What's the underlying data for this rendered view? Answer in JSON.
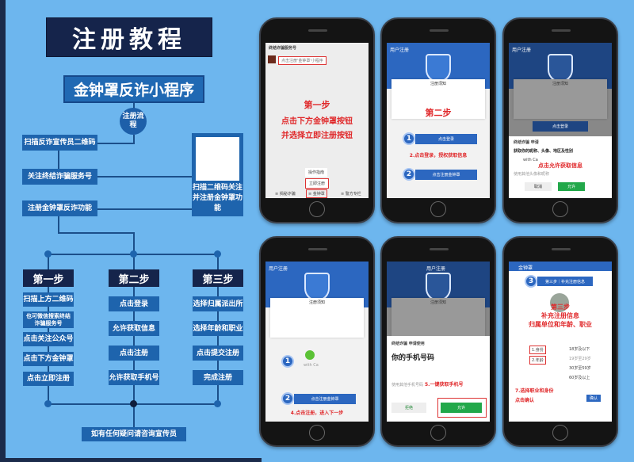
{
  "title": "注册教程",
  "app_name": "金钟罩反诈小程序",
  "flow_circle": "注册流程",
  "flow_steps": [
    "扫描反诈宣传员二维码",
    "关注终结诈骗服务号",
    "注册金钟罩反诈功能"
  ],
  "qr_caption": "扫描二维码关注并注册金钟罩功能",
  "steps": [
    {
      "title": "第一步",
      "items": [
        "扫描上方二维码",
        "也可微信搜索终结诈骗服务号",
        "点击关注公众号",
        "点击下方金钟罩",
        "点击立即注册"
      ]
    },
    {
      "title": "第二步",
      "items": [
        "点击登录",
        "允许获取信息",
        "点击注册",
        "允许获取手机号"
      ]
    },
    {
      "title": "第三步",
      "items": [
        "选择归属派出所",
        "选择年龄和职业",
        "点击提交注册",
        "完成注册"
      ]
    }
  ],
  "footer": "如有任何疑问请咨询宣传员",
  "phones": {
    "p1": {
      "header": "终结诈骗服务号",
      "msg": "点击注册'金钟罩'小程序",
      "step": "第一步",
      "line1": "点击下方金钟罩按钮",
      "line2": "并选择立即注册按钮",
      "menu1": "操作指南",
      "menu2": "立即注册",
      "tabs": [
        "≡ 揭秘诈骗",
        "≡ 金钟罩",
        "≡ 警方专栏"
      ]
    },
    "p2": {
      "header": "用户注册",
      "card": "注册须知",
      "step": "第二步",
      "btn1": "点击登录",
      "note": "2.点击登录，授权获取信息",
      "btn2": "点击注册金钟罩"
    },
    "p3": {
      "header": "用户注册",
      "card": "注册须知",
      "btn1": "点击登录",
      "app": "终结诈骗 申请",
      "ask": "获取你的昵称、头像、地区及性别",
      "user": "with Ca",
      "note": "点击允许获取信息",
      "other": "使用其他头像和昵称",
      "cancel": "取消",
      "allow": "允许"
    },
    "p4": {
      "header": "用户注册",
      "card": "注册须知",
      "user": "with Ca",
      "btn2": "点击注册金钟罩",
      "note": "4.点击注册，进入下一步"
    },
    "p5": {
      "header": "用户注册",
      "card": "注册须知",
      "app": "终结诈骗 申请使用",
      "ask": "你的手机号码",
      "other": "使用其他手机号码",
      "note": "5.一键获取手机号",
      "reject": "拒绝",
      "allow": "允许"
    },
    "p6": {
      "header": "金钟罩",
      "banner": "第三步｜补充注册信息",
      "step": "第三步",
      "line1": "补充注册信息",
      "line2": "归属单位和年龄、职业",
      "opt1": "1.身份",
      "opt2": "2.年龄",
      "ages": [
        "18岁及以下",
        "19岁至29岁",
        "30岁至59岁",
        "60岁及以上"
      ],
      "note1": "7.选择职业和身份",
      "note2": "点击确认",
      "confirm": "确认"
    }
  }
}
